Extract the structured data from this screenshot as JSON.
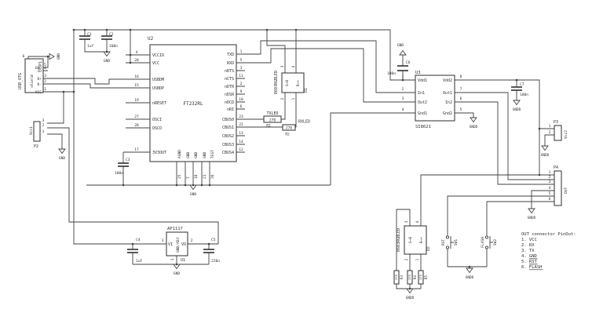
{
  "colors": {
    "stroke": "#404040",
    "text": "#303030",
    "background": "#ffffff"
  },
  "power": {
    "gnd": "GND",
    "gndd": "GNDD"
  },
  "u2": {
    "ref": "U2",
    "value": "FT232RL",
    "left": [
      {
        "n": "4",
        "name": "VCCIO"
      },
      {
        "n": "20",
        "name": "VCC"
      },
      {
        "n": "16",
        "name": "USBDM"
      },
      {
        "n": "15",
        "name": "USBDP"
      },
      {
        "n": "19",
        "name": "nRESET"
      },
      {
        "n": "27",
        "name": "OSCI"
      },
      {
        "n": "28",
        "name": "OSCO"
      },
      {
        "n": "17",
        "name": "3V3OUT"
      }
    ],
    "right": [
      {
        "n": "1",
        "name": "TXD"
      },
      {
        "n": "5",
        "name": "RXD"
      },
      {
        "n": "3",
        "name": "nRTS"
      },
      {
        "n": "11",
        "name": "nCTS"
      },
      {
        "n": "2",
        "name": "nDTR"
      },
      {
        "n": "9",
        "name": "nDSR"
      },
      {
        "n": "10",
        "name": "nDCD"
      },
      {
        "n": "6",
        "name": "nRI"
      },
      {
        "n": "23",
        "name": "CBUS0"
      },
      {
        "n": "22",
        "name": "CBUS1"
      },
      {
        "n": "13",
        "name": "CBUS2"
      },
      {
        "n": "14",
        "name": "CBUS3"
      },
      {
        "n": "12",
        "name": "CBUS4"
      }
    ],
    "bottom": [
      {
        "n": "25",
        "name": "AGND"
      },
      {
        "n": "7",
        "name": "GND"
      },
      {
        "n": "18",
        "name": "GND"
      },
      {
        "n": "21",
        "name": "GND"
      },
      {
        "n": "26",
        "name": "TEST"
      }
    ]
  },
  "u3": {
    "ref": "U3",
    "value": "SI8621",
    "left": [
      {
        "n": "1",
        "name": "Vdd1"
      },
      {
        "n": "2",
        "name": "In1"
      },
      {
        "n": "3",
        "name": "Out2"
      },
      {
        "n": "4",
        "name": "Gnd1"
      }
    ],
    "right": [
      {
        "n": "8",
        "name": "Vdd2"
      },
      {
        "n": "7",
        "name": "Out1"
      },
      {
        "n": "6",
        "name": "In2"
      },
      {
        "n": "5",
        "name": "Gnd2"
      }
    ]
  },
  "u1": {
    "ref": "U1",
    "value": "AP1117",
    "vi": "VI",
    "vo": "VO",
    "gnd": "GND/ADJ",
    "n_vi": "3",
    "n_vo": "2",
    "n_gnd": "1"
  },
  "p1": {
    "ref": "P1",
    "value": "USB_OTG",
    "shield": "shield",
    "shield_num": "6",
    "pins": [
      {
        "n": "5",
        "name": "GND"
      },
      {
        "n": "4",
        "name": "ID"
      },
      {
        "n": "3",
        "name": "D+"
      },
      {
        "n": "2",
        "name": "D-"
      },
      {
        "n": "1",
        "name": "VCC"
      }
    ]
  },
  "p2": {
    "ref": "P2",
    "value": "Vcc1",
    "pins": [
      "3",
      "2",
      "1"
    ]
  },
  "p3": {
    "ref": "P3",
    "value": "Vcc2",
    "pins": [
      "1",
      "2"
    ]
  },
  "p4": {
    "ref": "P4",
    "value": "OUT",
    "pins": [
      "1",
      "2",
      "3",
      "4",
      "5",
      "6"
    ]
  },
  "d1": {
    "ref": "D1",
    "value": "0603RGBLED",
    "left": "G→B",
    "right": "R→+",
    "top": [
      "3",
      "4"
    ],
    "bottom": [
      "2",
      "1"
    ]
  },
  "d2": {
    "ref": "D2",
    "value": "0603RGBLED",
    "left": "G→B",
    "right": "R→+",
    "top": [
      "3",
      "4"
    ],
    "bottom": [
      "2",
      "1"
    ]
  },
  "r1": {
    "ref": "R1",
    "value": "270",
    "label": "TXLED"
  },
  "r2": {
    "ref": "R2",
    "value": "270",
    "label": "RXLED"
  },
  "r3": {
    "ref": "R3",
    "value": "270"
  },
  "r4": {
    "ref": "R4",
    "value": "270"
  },
  "r5": {
    "ref": "R5",
    "value": "270"
  },
  "c1": {
    "ref": "C1",
    "value": "1uf"
  },
  "c2": {
    "ref": "C2",
    "value": "100n"
  },
  "c3": {
    "ref": "C3",
    "value": "100n"
  },
  "c4": {
    "ref": "C4",
    "value": "1uF"
  },
  "c5": {
    "ref": "C5",
    "value": "220n"
  },
  "c6": {
    "ref": "C6",
    "value": "100n"
  },
  "c7": {
    "ref": "C7",
    "value": "100n"
  },
  "sw1": {
    "ref": "SW1",
    "label": "RST"
  },
  "sw2": {
    "ref": "SW2",
    "label": "FLASH"
  },
  "note": {
    "title": "OUT connector PinOut:",
    "items": [
      "1. VCC",
      "2. RX",
      "3. TX",
      "4. GND",
      "5. RST",
      "6. FLASH"
    ]
  }
}
